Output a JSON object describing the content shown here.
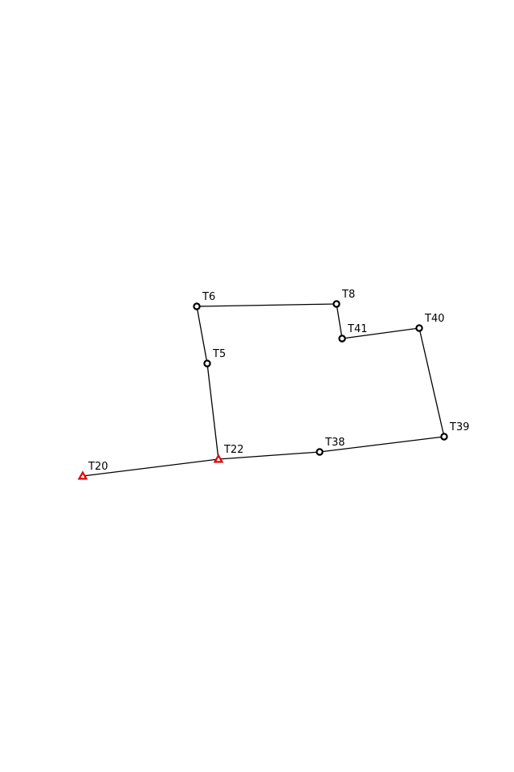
{
  "network": {
    "stations": [
      {
        "id": "T6",
        "label": "T6",
        "type": "circle"
      },
      {
        "id": "T8",
        "label": "T8",
        "type": "circle"
      },
      {
        "id": "T41",
        "label": "T41",
        "type": "circle"
      },
      {
        "id": "T40",
        "label": "T40",
        "type": "circle"
      },
      {
        "id": "T5",
        "label": "T5",
        "type": "circle"
      },
      {
        "id": "T39",
        "label": "T39",
        "type": "circle"
      },
      {
        "id": "T38",
        "label": "T38",
        "type": "circle"
      },
      {
        "id": "T22",
        "label": "T22",
        "type": "triangle"
      },
      {
        "id": "T20",
        "label": "T20",
        "type": "triangle"
      }
    ],
    "edges": [
      [
        "T20",
        "T22"
      ],
      [
        "T22",
        "T38"
      ],
      [
        "T38",
        "T39"
      ],
      [
        "T39",
        "T40"
      ],
      [
        "T40",
        "T41"
      ],
      [
        "T41",
        "T8"
      ],
      [
        "T8",
        "T6"
      ],
      [
        "T6",
        "T5"
      ],
      [
        "T5",
        "T22"
      ]
    ],
    "colors": {
      "edge": "#000000",
      "circle_station": "#000000",
      "triangle_station": "#e00000"
    }
  }
}
